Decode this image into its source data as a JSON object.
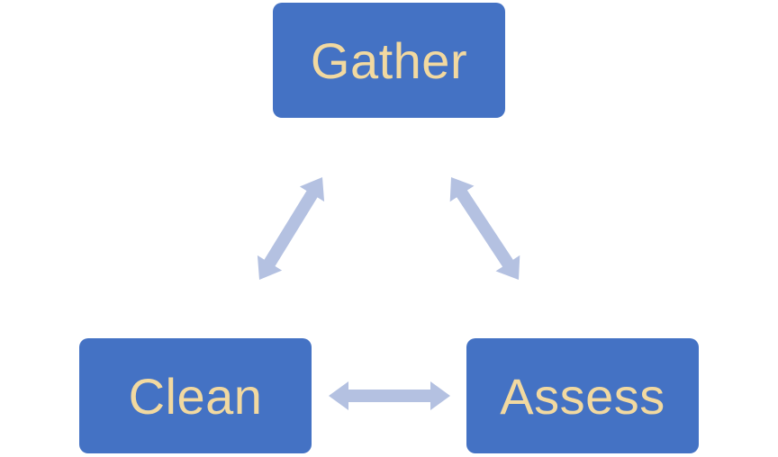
{
  "colors": {
    "node_fill": "#4472C4",
    "node_text": "#F2D9A0",
    "arrow_fill": "#B4C1E1"
  },
  "nodes": {
    "gather": {
      "label": "Gather"
    },
    "clean": {
      "label": "Clean"
    },
    "assess": {
      "label": "Assess"
    }
  },
  "edges": [
    {
      "from": "gather",
      "to": "clean",
      "direction": "both"
    },
    {
      "from": "gather",
      "to": "assess",
      "direction": "both"
    },
    {
      "from": "clean",
      "to": "assess",
      "direction": "both"
    }
  ]
}
